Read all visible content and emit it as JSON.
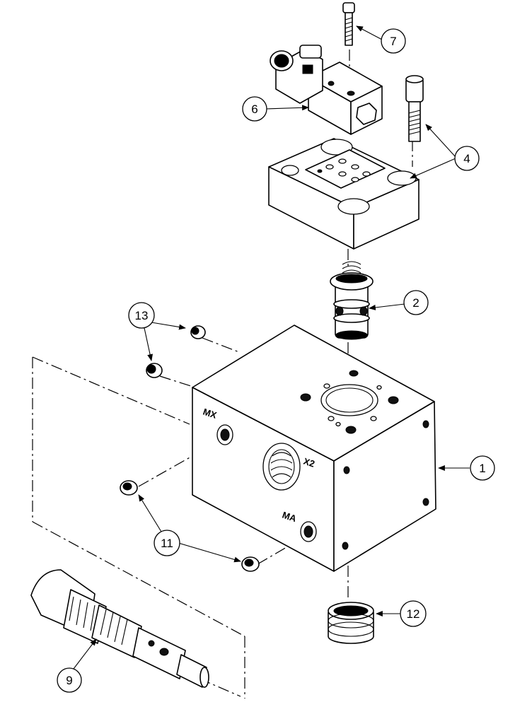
{
  "callouts": {
    "c1": "1",
    "c2": "2",
    "c4": "4",
    "c6": "6",
    "c7": "7",
    "c9": "9",
    "c11": "11",
    "c12": "12",
    "c13": "13"
  },
  "ports": {
    "mx": "MX",
    "x2": "X2",
    "ma": "MA"
  },
  "colors": {
    "line": "#000000",
    "background": "#ffffff"
  }
}
